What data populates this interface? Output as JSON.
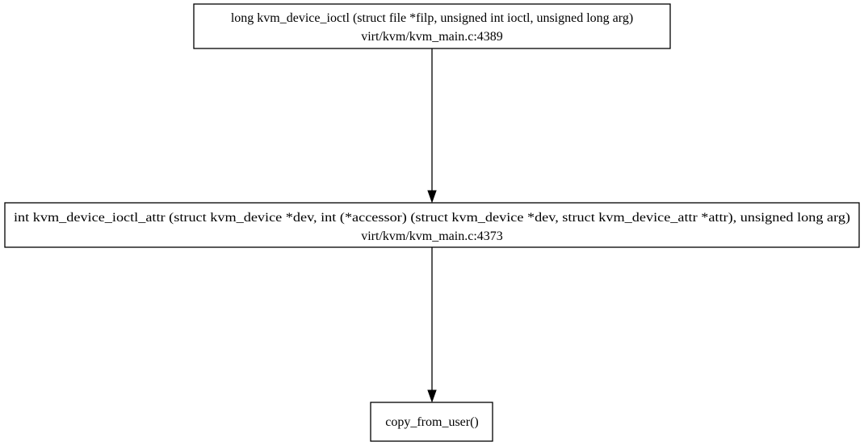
{
  "graph": {
    "nodes": [
      {
        "id": "kvm_device_ioctl",
        "signature": "long kvm_device_ioctl (struct file *filp, unsigned int ioctl, unsigned long arg)",
        "location": "virt/kvm/kvm_main.c:4389"
      },
      {
        "id": "kvm_device_ioctl_attr",
        "signature": "int kvm_device_ioctl_attr (struct kvm_device *dev, int (*accessor) (struct kvm_device *dev, struct kvm_device_attr *attr), unsigned long arg)",
        "location": "virt/kvm/kvm_main.c:4373"
      },
      {
        "id": "copy_from_user",
        "signature": "copy_from_user()",
        "location": ""
      }
    ],
    "edges": [
      {
        "from": "kvm_device_ioctl",
        "to": "kvm_device_ioctl_attr"
      },
      {
        "from": "kvm_device_ioctl_attr",
        "to": "copy_from_user"
      }
    ]
  }
}
